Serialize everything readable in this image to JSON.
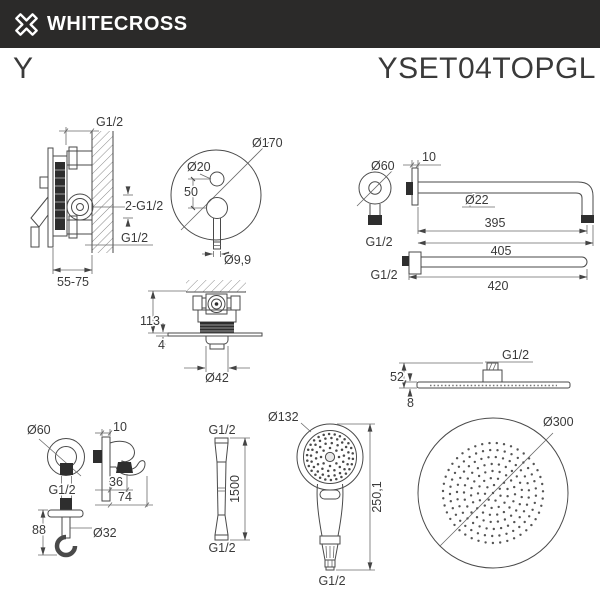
{
  "header": {
    "brand": "WHITECROSS",
    "logo": "whitecross-x-icon"
  },
  "title": {
    "series": "Y",
    "model": "YSET04TOPGL"
  },
  "colors": {
    "header_bg": "#2b2a29",
    "ink": "#3a3a3a",
    "line": "#4a4a4a"
  },
  "drawings": {
    "mixer_side": {
      "thread_top": "G1/2",
      "threads_mid": "2-G1/2",
      "thread_bottom": "G1/2",
      "depth_range": "55-75"
    },
    "mixer_front": {
      "trim_diameter": "Ø170",
      "button_diameter": "Ø20",
      "button_offset": "50",
      "lever_diameter": "Ø9,9"
    },
    "arm": {
      "flange_diameter": "Ø60",
      "plate_thickness": "10",
      "tube_diameter": "Ø22",
      "length_to_bend": "395",
      "length_overall": "405",
      "flange_thread": "G1/2",
      "wall_thread": "G1/2",
      "straight_length": "420"
    },
    "valve_body": {
      "height": "113",
      "plate_thickness": "4",
      "trim_diameter": "Ø42"
    },
    "head_side": {
      "thread": "G1/2",
      "height": "52",
      "edge_thickness": "8"
    },
    "outlet": {
      "flange_diameter": "Ø60",
      "thread": "G1/2",
      "height": "88",
      "escutcheon_diameter": "Ø32",
      "bracket_plate_thickness": "10",
      "bracket_depth_inner": "36",
      "bracket_depth": "74"
    },
    "hose": {
      "thread_top": "G1/2",
      "length": "1500",
      "thread_bottom": "G1/2"
    },
    "handshower": {
      "head_diameter": "Ø132",
      "length": "250,1",
      "thread": "G1/2"
    },
    "head_top": {
      "diameter": "Ø300"
    }
  }
}
